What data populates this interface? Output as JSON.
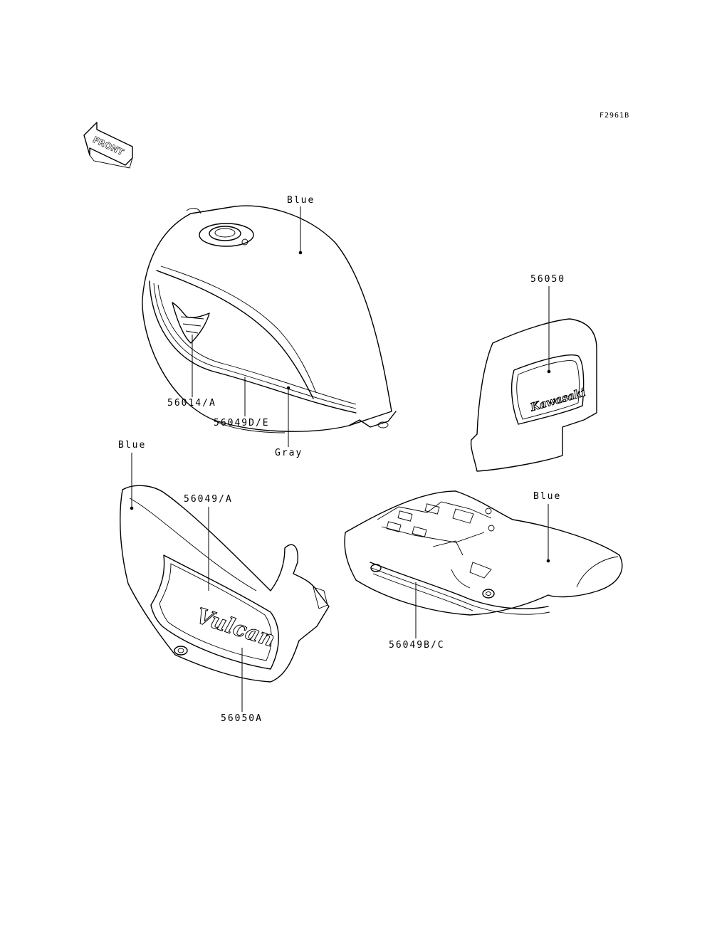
{
  "figure_code": "F2961B",
  "front_arrow": {
    "label": "FRONT",
    "icon": "front-arrow-icon"
  },
  "parts": {
    "fuel_tank": {
      "color_label": "Blue",
      "color_label_2": "Gray",
      "callouts": [
        "56014/A",
        "56049D/E"
      ]
    },
    "side_cover_right": {
      "callout": "56050",
      "logo_text": "Kawasaki"
    },
    "side_cover_left": {
      "color_label": "Blue",
      "callouts": [
        "56049/A",
        "56050A"
      ],
      "logo_text": "Vulcan"
    },
    "rear_fender": {
      "color_label": "Blue",
      "callout": "56049B/C"
    }
  }
}
